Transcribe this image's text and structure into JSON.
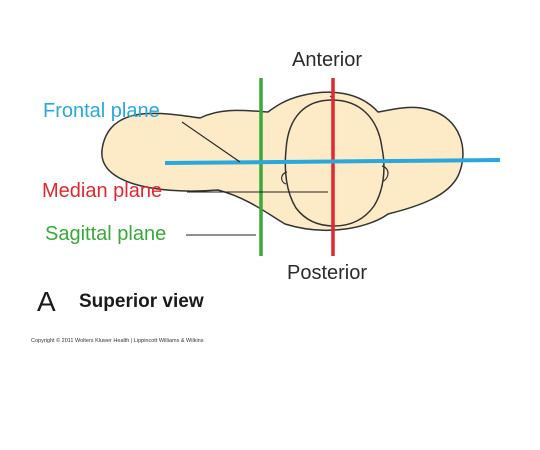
{
  "diagram": {
    "orientation_top": "Anterior",
    "orientation_bottom": "Posterior",
    "planes": {
      "frontal": {
        "label": "Frontal plane",
        "color": "#28a8dc"
      },
      "median": {
        "label": "Median plane",
        "color": "#e02830"
      },
      "sagittal": {
        "label": "Sagittal plane",
        "color": "#3aa83a"
      }
    },
    "body_fill": "#fdebc8",
    "outline_color": "#333333"
  },
  "caption": {
    "letter": "A",
    "title": "Superior view"
  },
  "copyright": "Copyright © 2011 Wolters Kluwer Health | Lippincott Williams & Wilkins"
}
